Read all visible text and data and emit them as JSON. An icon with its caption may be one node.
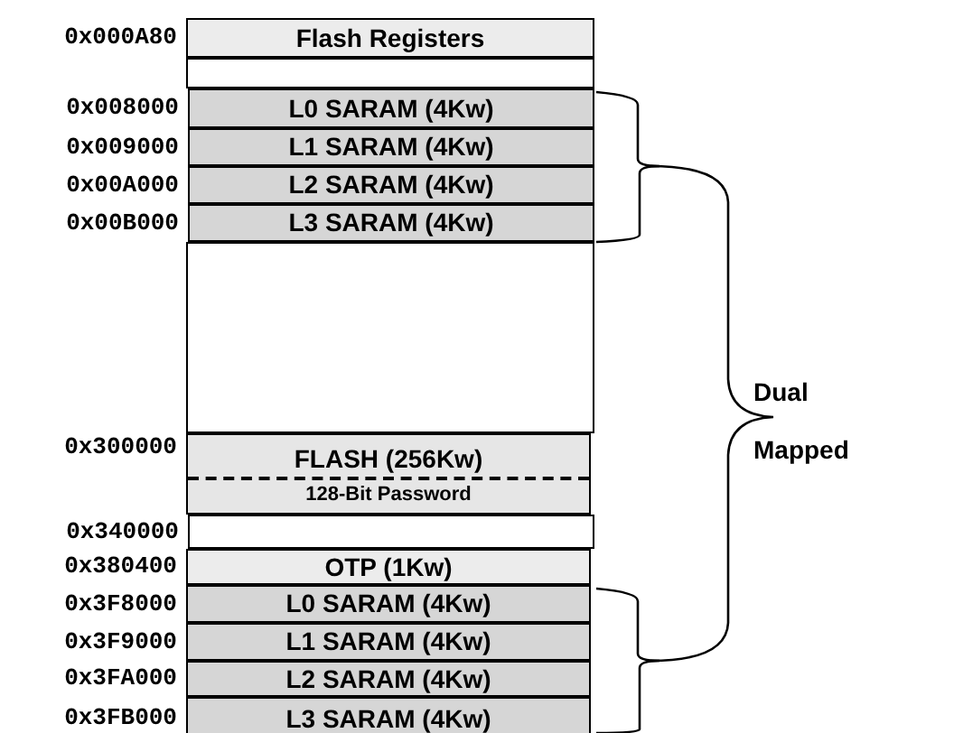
{
  "diagram": {
    "nodes": [
      {
        "text": [
          "Flash Registers"
        ],
        "beside": [
          "0x000A80"
        ]
      },
      {
        "text": [],
        "shape": "box"
      },
      {
        "text": [
          "L0 SARAM (4Kw)"
        ],
        "beside": [
          "0x008000"
        ]
      },
      {
        "text": [
          "L1 SARAM (4Kw)"
        ],
        "beside": [
          "0x009000"
        ]
      },
      {
        "text": [
          "L2 SARAM (4Kw)"
        ],
        "beside": [
          "0x00A000"
        ]
      },
      {
        "text": [
          "L3 SARAM (4Kw)"
        ],
        "beside": [
          "0x00B000"
        ]
      },
      {
        "text": [],
        "shape": "box"
      },
      {
        "text": [
          "FLASH (256Kw)",
          "128-Bit Password"
        ],
        "beside": [
          "0x300000"
        ]
      },
      {
        "text": [],
        "shape": "box",
        "beside": [
          "0x340000"
        ]
      },
      {
        "text": [
          "OTP (1Kw)"
        ],
        "beside": [
          "0x380400"
        ]
      },
      {
        "text": [
          "L0 SARAM (4Kw)"
        ],
        "beside": [
          "0x3F8000"
        ]
      },
      {
        "text": [
          "L1 SARAM (4Kw)"
        ],
        "beside": [
          "0x3F9000"
        ]
      },
      {
        "text": [
          "L2 SARAM (4Kw)"
        ],
        "beside": [
          "0x3FA000"
        ]
      },
      {
        "text": [
          "L3 SARAM (4Kw)"
        ],
        "beside": [
          "0x3FB000"
        ]
      }
    ],
    "labels": [
      "Dual Mapped"
    ]
  }
}
